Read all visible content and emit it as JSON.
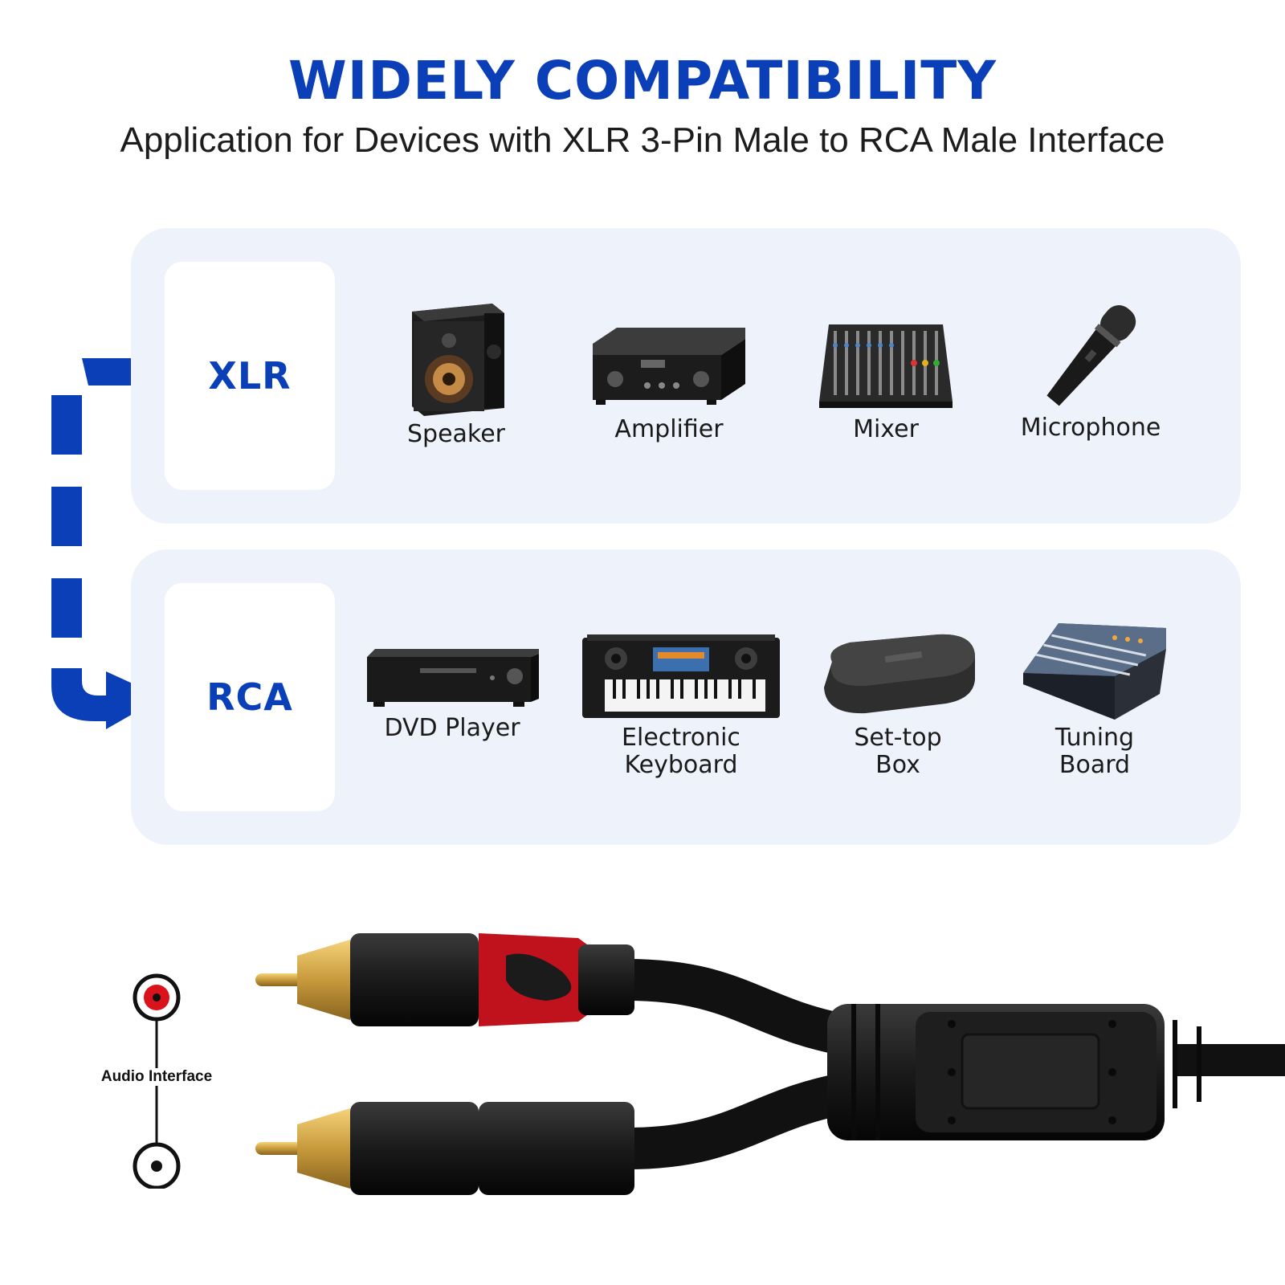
{
  "header": {
    "headline": "WIDELY COMPATIBILITY",
    "subline": "Application for Devices with XLR 3-Pin Male to RCA Male Interface"
  },
  "colors": {
    "accent_blue": "#0b3fb8",
    "panel_bg": "#eef2fa",
    "red_ring": "#d9121c",
    "gold": "#c79a3b"
  },
  "xlr_row": {
    "tag": "XLR",
    "devices": [
      {
        "label": "Speaker",
        "icon": "speaker-icon"
      },
      {
        "label": "Amplifier",
        "icon": "amplifier-icon"
      },
      {
        "label": "Mixer",
        "icon": "mixer-icon"
      },
      {
        "label": "Microphone",
        "icon": "microphone-icon"
      }
    ]
  },
  "rca_row": {
    "tag": "RCA",
    "devices": [
      {
        "label": "DVD Player",
        "icon": "dvd-player-icon"
      },
      {
        "label": "Electronic\nKeyboard",
        "line1": "Electronic",
        "line2": "Keyboard",
        "icon": "keyboard-icon"
      },
      {
        "label": "Set-top\nBox",
        "line1": "Set-top",
        "line2": "Box",
        "icon": "set-top-box-icon"
      },
      {
        "label": "Tuning\nBoard",
        "line1": "Tuning",
        "line2": "Board",
        "icon": "tuning-board-icon"
      }
    ]
  },
  "cable": {
    "audio_interface_label": "Audio Interface"
  }
}
